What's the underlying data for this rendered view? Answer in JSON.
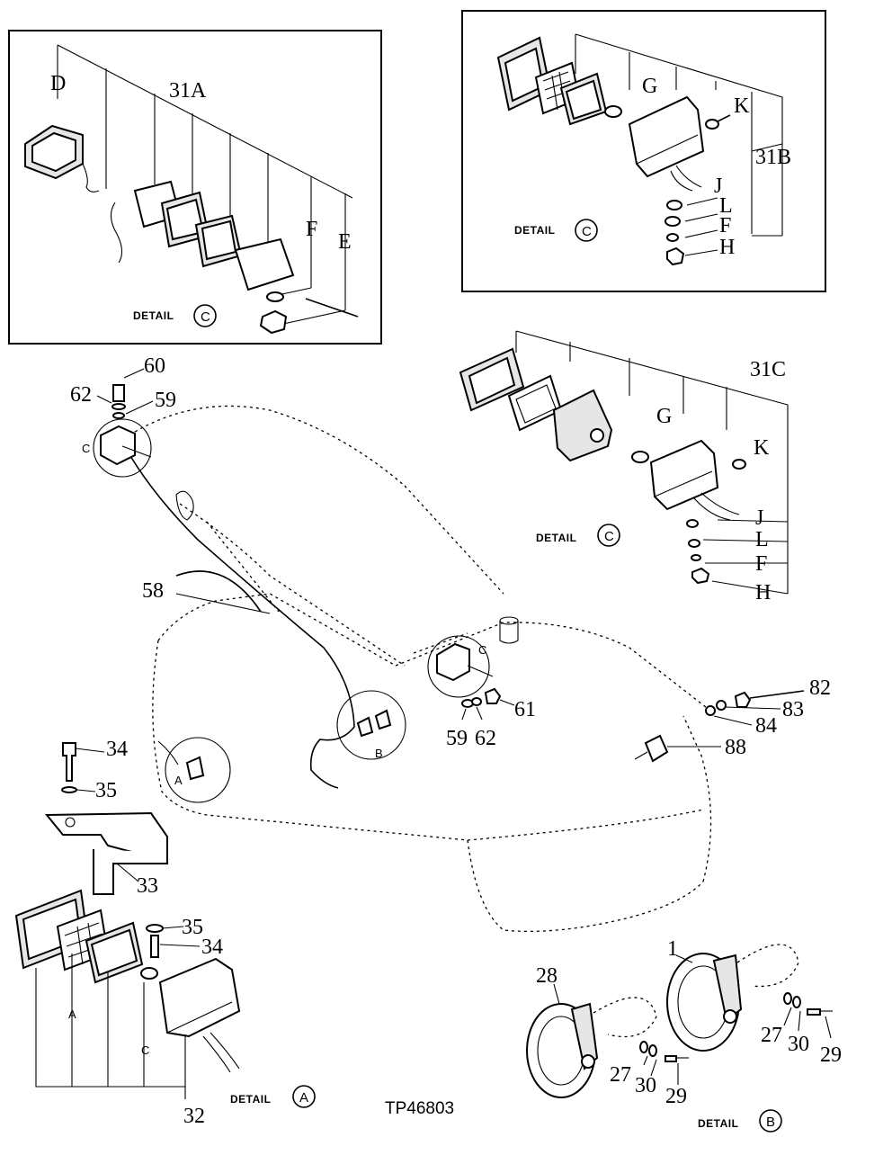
{
  "figure_id": "TP46803",
  "assemblies": {
    "a31A": "31A",
    "a31B": "31B",
    "a31C": "31C"
  },
  "letters": {
    "D": "D",
    "E": "E",
    "F": "F",
    "G": "G",
    "H": "H",
    "J": "J",
    "K": "K",
    "L": "L"
  },
  "details": {
    "label": "DETAIL",
    "c": "C",
    "a": "A",
    "b": "B"
  },
  "callouts": {
    "n1": "1",
    "n27": "27",
    "n28": "28",
    "n29": "29",
    "n30": "30",
    "n32": "32",
    "n33": "33",
    "n34": "34",
    "n35": "35",
    "n58": "58",
    "n59": "59",
    "n60": "60",
    "n61": "61",
    "n62": "62",
    "n82": "82",
    "n83": "83",
    "n84": "84",
    "n88": "88"
  },
  "colors": {
    "ink": "#000000",
    "paper": "#ffffff"
  }
}
